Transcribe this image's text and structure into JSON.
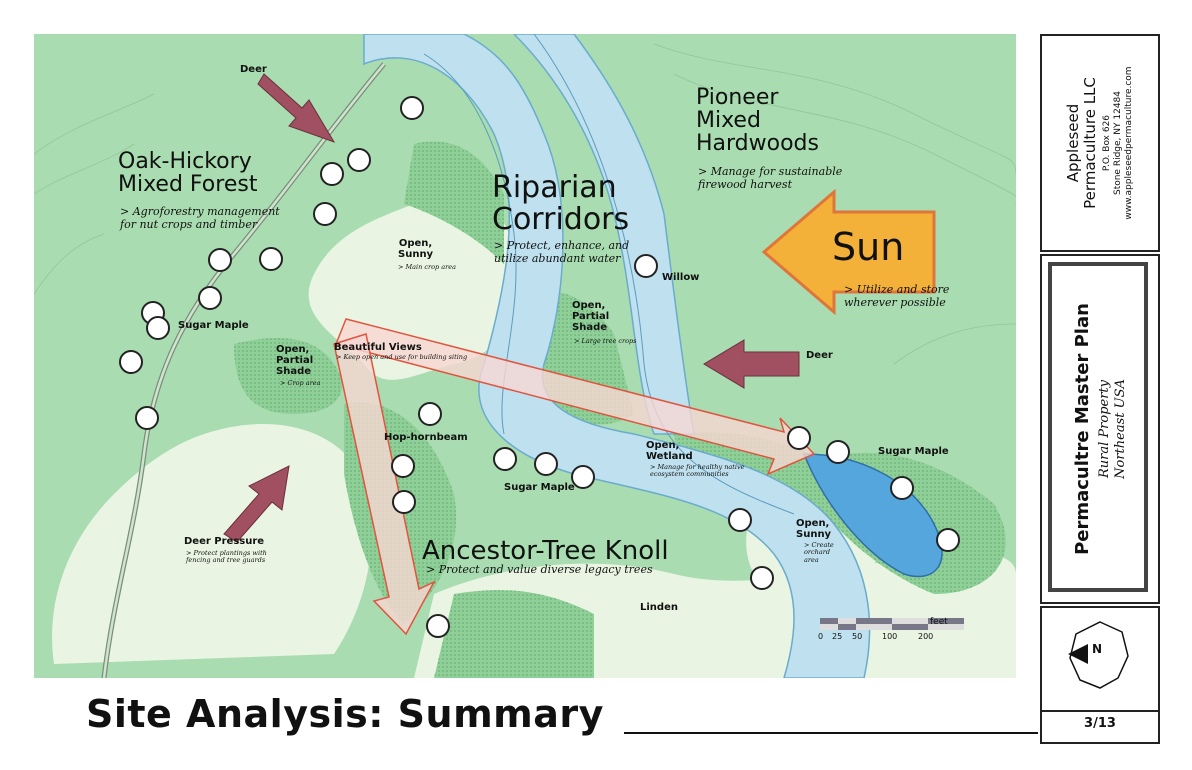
{
  "zones": {
    "oak_hickory": {
      "title": "Oak-Hickory\nMixed Forest",
      "note": "> Agroforestry management\nfor nut crops and timber"
    },
    "riparian": {
      "title": "Riparian\nCorridors",
      "note": "> Protect, enhance, and\nutilize abundant water"
    },
    "pioneer": {
      "title": "Pioneer\nMixed\nHardwoods",
      "note": "> Manage for sustainable\nfirewood harvest"
    },
    "sun": {
      "title": "Sun",
      "note": "> Utilize and store\nwherever possible"
    },
    "ancestor": {
      "title": "Ancestor-Tree Knoll",
      "note": "> Protect and value diverse legacy trees"
    }
  },
  "labels": {
    "deer_top": "Deer",
    "deer_right": "Deer",
    "sugar_maple_left": "Sugar Maple",
    "sugar_maple_mid": "Sugar Maple",
    "sugar_maple_right": "Sugar Maple",
    "willow": "Willow",
    "hop_hornbeam": "Hop-hornbeam",
    "linden": "Linden",
    "open_sunny_1": "Open,\nSunny",
    "open_sunny_1_note": "> Main crop area",
    "open_partial_1": "Open,\nPartial\nShade",
    "open_partial_1_note": "> Large tree crops",
    "open_partial_2": "Open,\nPartial\nShade",
    "open_partial_2_note": "> Crop area",
    "beautiful_views": "Beautiful Views",
    "beautiful_views_note": "> Keep open and use for building siting",
    "open_wetland": "Open,\nWetland",
    "open_wetland_note": "> Manage for healthy native\necosystem communities",
    "open_sunny_2": "Open,\nSunny",
    "open_sunny_2_note": "> Create\norchard\narea",
    "deer_pressure": "Deer Pressure",
    "deer_pressure_note": "> Protect plantings with\nfencing and tree guards"
  },
  "scale": {
    "ticks": [
      "0",
      "25",
      "50",
      "100",
      "200"
    ],
    "unit": "feet"
  },
  "company": {
    "name": "Appleseed\nPermaculture LLC",
    "address": "P.O. Box 626\nStone Ridge, NY 12484\nwww.appleseedpermaculture.com"
  },
  "plan": {
    "title": "Permacultre Master Plan",
    "subtitle": "Rural Property\nNortheast USA"
  },
  "north_label": "N",
  "page_number": "3/13",
  "main_title": "Site Analysis: Summary",
  "colors": {
    "forest": "#a9dcb0",
    "meadow": "#e9f5e2",
    "shade": "#8fcf98",
    "water": "#bfe0ee",
    "pond": "#56a6de",
    "arrow": "#a05060",
    "sun": "#f4b13a"
  }
}
